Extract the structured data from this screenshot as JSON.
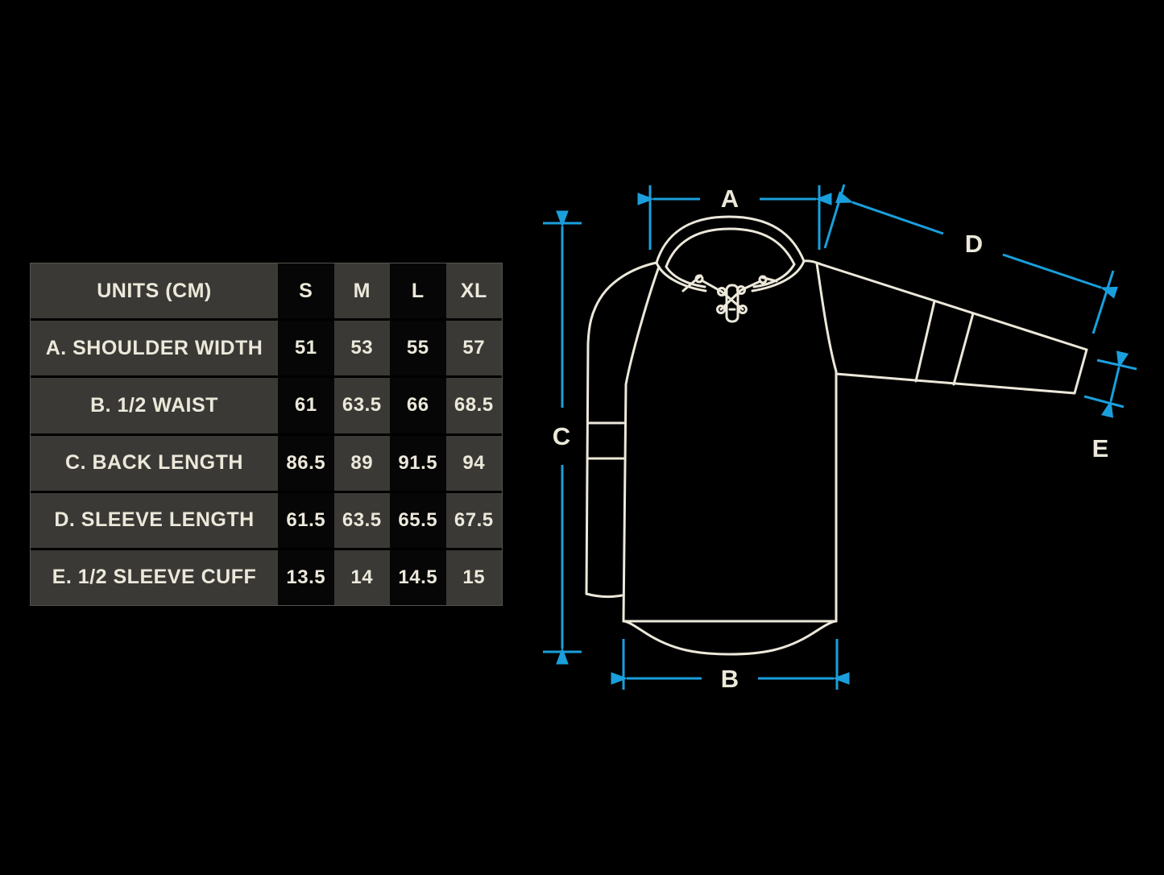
{
  "table": {
    "header": {
      "label": "UNITS (CM)",
      "sizes": [
        "S",
        "M",
        "L",
        "XL"
      ]
    },
    "rows": [
      {
        "label": "A. SHOULDER WIDTH",
        "values": [
          "51",
          "53",
          "55",
          "57"
        ]
      },
      {
        "label": "B. 1/2 WAIST",
        "values": [
          "61",
          "63.5",
          "66",
          "68.5"
        ]
      },
      {
        "label": "C. BACK LENGTH",
        "values": [
          "86.5",
          "89",
          "91.5",
          "94"
        ]
      },
      {
        "label": "D. SLEEVE LENGTH",
        "values": [
          "61.5",
          "63.5",
          "65.5",
          "67.5"
        ]
      },
      {
        "label": "E. 1/2 SLEEVE CUFF",
        "values": [
          "13.5",
          "14",
          "14.5",
          "15"
        ]
      }
    ]
  },
  "diagram": {
    "labels": {
      "a": "A",
      "b": "B",
      "c": "C",
      "d": "D",
      "e": "E"
    }
  },
  "colors": {
    "background": "#000000",
    "table_cell_bg": "#3a3936",
    "table_highlight_col_bg": "#060606",
    "text_cream": "#ece8da",
    "garment_line": "#ece8da",
    "dimension_blue": "#1a9fdc"
  }
}
